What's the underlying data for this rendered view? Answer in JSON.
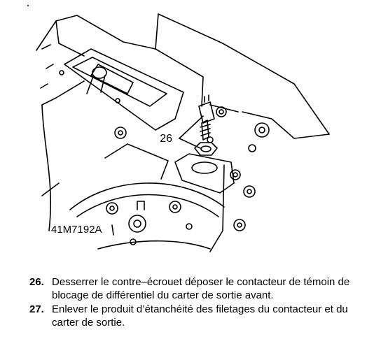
{
  "figure": {
    "callout_label": "26",
    "figure_code": "41M7192A"
  },
  "steps": [
    {
      "number": "26.",
      "text": "Desserrer le contre–écrouet déposer le contacteur de témoin de blocage de différentiel du carter de sortie avant."
    },
    {
      "number": "27.",
      "text": "Enlever le produit d’étanchéité  des filetages du contacteur et du carter de sortie."
    }
  ]
}
